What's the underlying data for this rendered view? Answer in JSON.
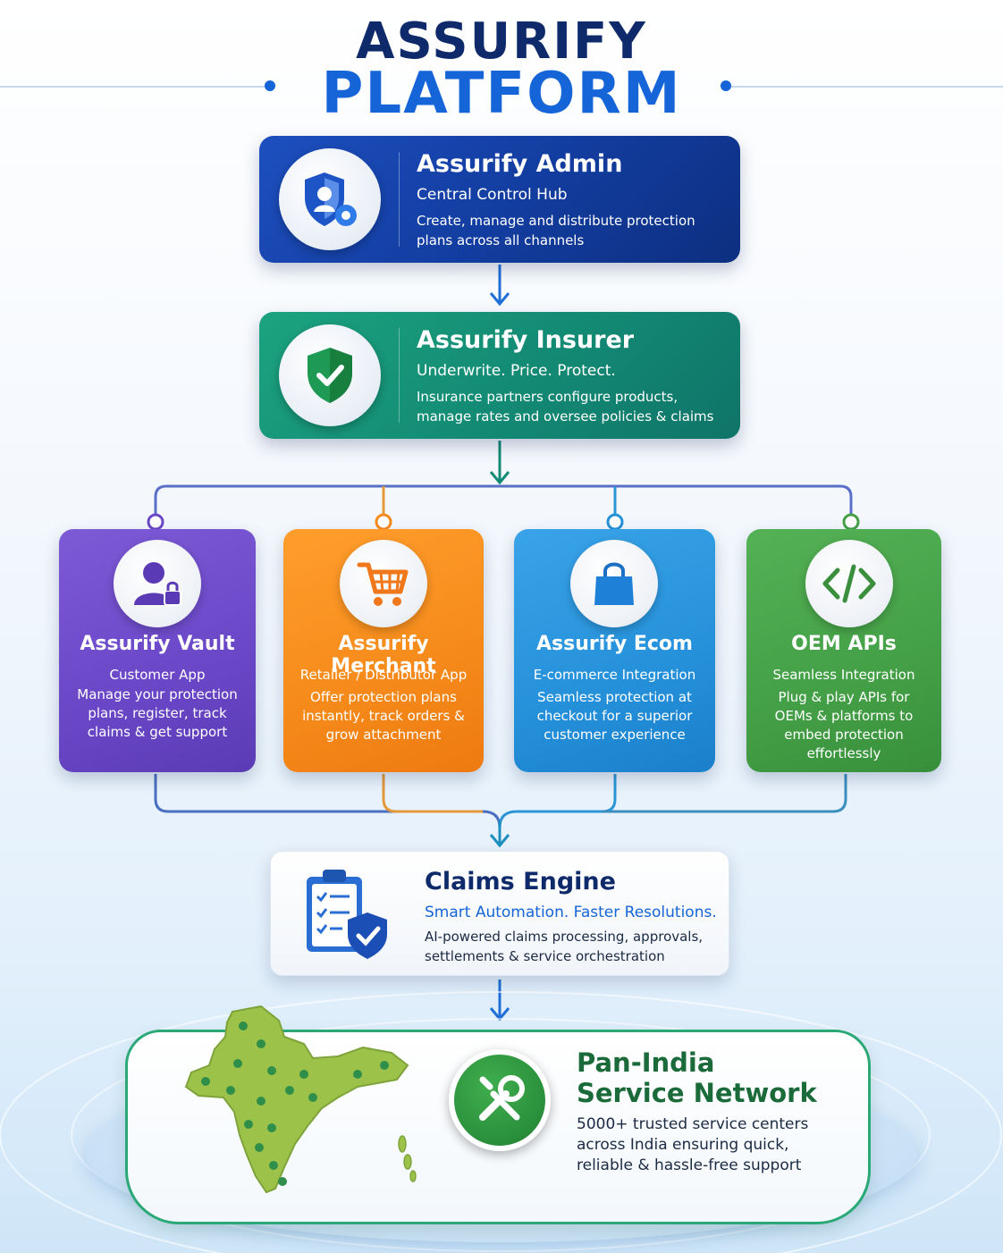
{
  "title": {
    "line1": "ASSURIFY",
    "line2": "PLATFORM"
  },
  "admin": {
    "title": "Assurify Admin",
    "subtitle": "Central Control Hub",
    "description": "Create, manage and distribute protection plans across all channels",
    "icon": "shield-gear-icon"
  },
  "insurer": {
    "title": "Assurify Insurer",
    "subtitle": "Underwrite. Price. Protect.",
    "description": "Insurance partners configure products, manage rates and oversee policies & claims",
    "icon": "shield-check-icon"
  },
  "channels": [
    {
      "title": "Assurify Vault",
      "subtitle": "Customer App",
      "description": "Manage your protection plans, register, track claims & get support",
      "icon": "user-lock-icon",
      "color": "#6a47c7"
    },
    {
      "title": "Assurify Merchant",
      "subtitle": "Retailer / Distributor App",
      "description": "Offer protection plans instantly, track orders & grow attachment",
      "icon": "shopping-cart-icon",
      "color": "#f58a1a"
    },
    {
      "title": "Assurify Ecom",
      "subtitle": "E-commerce Integration",
      "description": "Seamless protection at checkout for a superior customer experience",
      "icon": "shopping-bag-icon",
      "color": "#2591da"
    },
    {
      "title": "OEM APIs",
      "subtitle": "Seamless Integration",
      "description": "Plug & play APIs for OEMs & platforms to embed protection effortlessly",
      "icon": "code-icon",
      "color": "#44a046"
    }
  ],
  "claims": {
    "title": "Claims Engine",
    "subtitle": "Smart Automation. Faster Resolutions.",
    "description": "AI-powered claims processing, approvals, settlements & service orchestration",
    "icon": "clipboard-shield-icon"
  },
  "network": {
    "title_line1": "Pan-India",
    "title_line2": "Service Network",
    "description": "5000+ trusted service centers across India ensuring quick, reliable & hassle-free support",
    "icon": "tools-icon"
  },
  "colors": {
    "navy": "#0e2a6b",
    "blue": "#1565d8",
    "admin": "#123c9e",
    "insurer": "#138a74",
    "network_green": "#1b6b3a"
  }
}
